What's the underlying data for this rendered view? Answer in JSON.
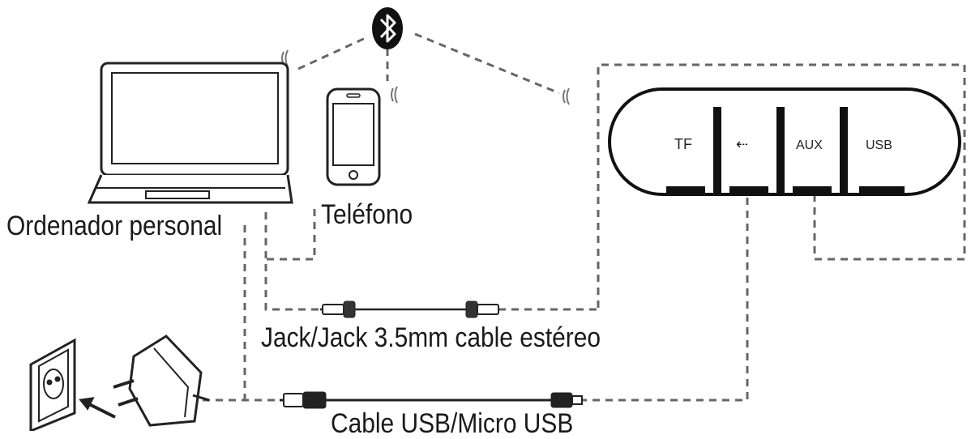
{
  "labels": {
    "computer": "Ordenador personal",
    "phone": "Teléfono",
    "jack_cable": "Jack/Jack 3.5mm cable estéreo",
    "usb_cable": "Cable USB/Micro USB"
  },
  "speaker_ports": [
    "TF",
    "⇠",
    "AUX",
    "USB"
  ],
  "icons": [
    "bluetooth-icon",
    "laptop-icon",
    "smartphone-icon",
    "speaker-icon",
    "wall-socket-icon",
    "power-adapter-icon",
    "signal-waves-icon"
  ]
}
